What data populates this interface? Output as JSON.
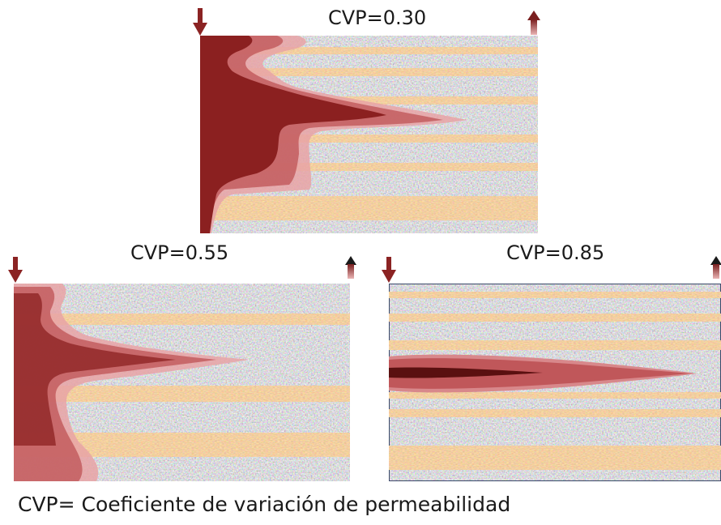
{
  "panels": {
    "top": {
      "title": "CVP=0.30"
    },
    "left": {
      "title": "CVP=0.55"
    },
    "right": {
      "title": "CVP=0.85"
    }
  },
  "caption": "CVP= Coeficiente de variación de permeabilidad",
  "colors": {
    "injector_arrow": "#8b2323",
    "producer_arrow": "#a04040",
    "sand_layer": "#d9a066",
    "rock_matrix": "#a8a8a8",
    "front_dark": "#8b2020",
    "front_mid": "#c0575a",
    "front_light": "#e7a3a6"
  },
  "icons": {
    "injector": "down-arrow-icon",
    "producer": "up-arrow-icon"
  }
}
